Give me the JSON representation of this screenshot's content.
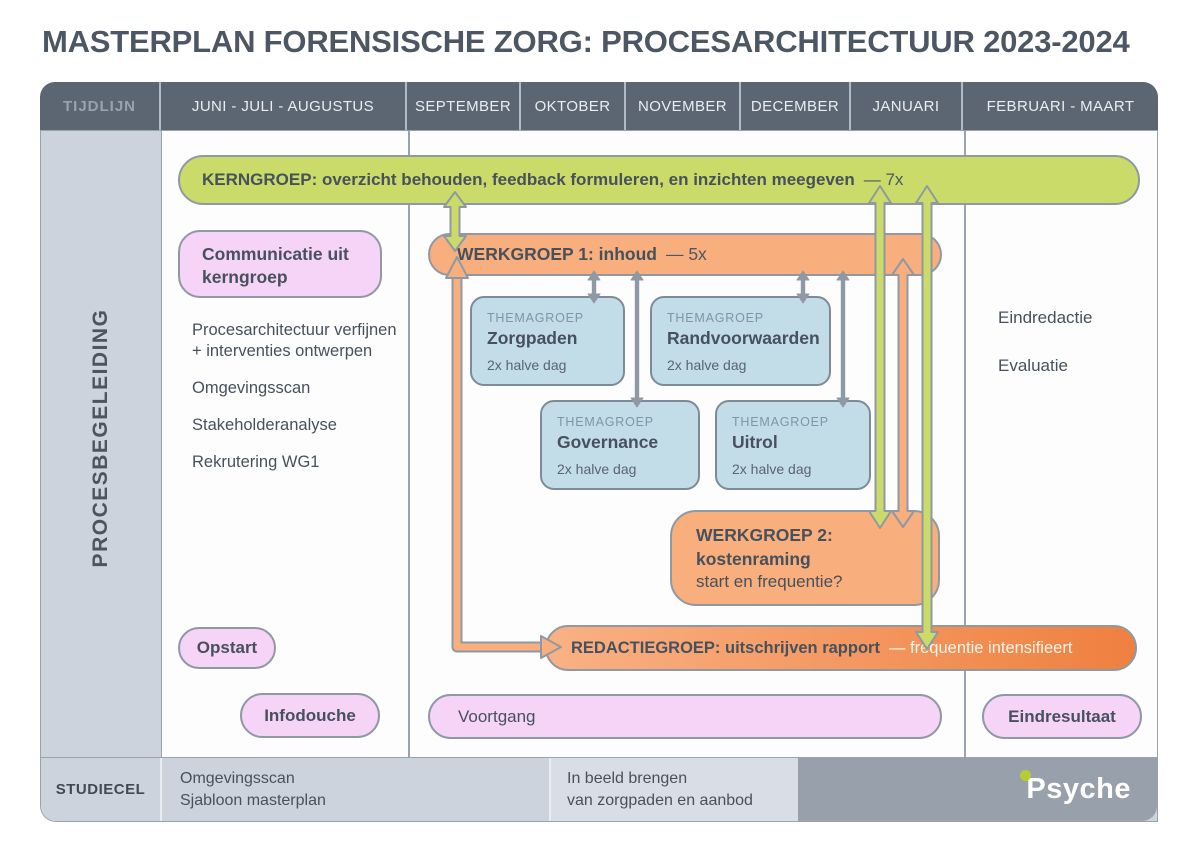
{
  "title": "MASTERPLAN FORENSISCHE ZORG: PROCESARCHITECTUUR 2023-2024",
  "timeline": {
    "label": "TIJDLIJN",
    "months": [
      "JUNI - JULI - AUGUSTUS",
      "SEPTEMBER",
      "OKTOBER",
      "NOVEMBER",
      "DECEMBER",
      "JANUARI",
      "FEBRUARI - MAART"
    ]
  },
  "sidebar": {
    "label": "PROCESBEGELEIDING"
  },
  "banners": {
    "kerngroep": {
      "main": "KERNGROEP: overzicht behouden, feedback formuleren, en inzichten meegeven",
      "suffix": "— 7x"
    },
    "werkgroep1": {
      "main": "WERKGROEP 1: inhoud",
      "suffix": "— 5x"
    },
    "redactiegroep": {
      "main": "REDACTIEGROEP: uitschrijven rapport",
      "suffix": "— frequentie intensifieert"
    }
  },
  "left_column": {
    "communicatie": "Communicatie uit kerngroep",
    "tasks": [
      "Procesarchitectuur verfijnen + interventies ontwerpen",
      "Omgevingsscan",
      "Stakeholderanalyse",
      "Rekrutering WG1"
    ],
    "opstart": "Opstart",
    "infodouche": "Infodouche"
  },
  "themagroepen": [
    {
      "kicker": "THEMAGROEP",
      "name": "Zorgpaden",
      "frequency": "2x halve dag"
    },
    {
      "kicker": "THEMAGROEP",
      "name": "Randvoorwaarden",
      "frequency": "2x halve dag"
    },
    {
      "kicker": "THEMAGROEP",
      "name": "Governance",
      "frequency": "2x halve dag"
    },
    {
      "kicker": "THEMAGROEP",
      "name": "Uitrol",
      "frequency": "2x halve dag"
    }
  ],
  "werkgroep2": {
    "title": "WERKGROEP 2:",
    "subtitle": "kostenraming",
    "note": "start en frequentie?"
  },
  "pills": {
    "voortgang": "Voortgang",
    "eindresultaat": "Eindresultaat"
  },
  "right_column": {
    "items": [
      "Eindredactie",
      "Evaluatie"
    ]
  },
  "footer": {
    "label": "STUDIECEL",
    "cell1_line1": "Omgevingsscan",
    "cell1_line2": "Sjabloon masterplan",
    "cell2_line1": "In beeld brengen",
    "cell2_line2": "van zorgpaden en aanbod",
    "brand": "Psyche"
  },
  "connections": [
    {
      "from": "KERNGROEP",
      "to": "WERKGROEP 1",
      "style": "green-double-arrow"
    },
    {
      "from": "KERNGROEP",
      "to": "WERKGROEP 2",
      "style": "green-double-arrow"
    },
    {
      "from": "KERNGROEP",
      "to": "REDACTIEGROEP",
      "style": "green-double-arrow"
    },
    {
      "from": "WERKGROEP 1",
      "to": "WERKGROEP 2",
      "style": "orange-double-arrow"
    },
    {
      "from": "WERKGROEP 1",
      "to": "REDACTIEGROEP",
      "style": "orange-elbow-arrow"
    },
    {
      "from": "WERKGROEP 1",
      "to": "THEMAGROEP Zorgpaden",
      "style": "gray-double-arrow"
    },
    {
      "from": "WERKGROEP 1",
      "to": "THEMAGROEP Randvoorwaarden",
      "style": "gray-double-arrow"
    },
    {
      "from": "WERKGROEP 1",
      "to": "THEMAGROEP Governance",
      "style": "gray-double-arrow"
    },
    {
      "from": "WERKGROEP 1",
      "to": "THEMAGROEP Uitrol",
      "style": "gray-double-arrow"
    }
  ],
  "colors": {
    "header_slate": "#5c6673",
    "light_gray": "#cdd3dd",
    "mid_gray": "#98a0ac",
    "outline_gray": "#8f99a4",
    "text_slate": "#47515c",
    "green": "#cbdb69",
    "orange": "#f9ae7e",
    "orange_deep": "#ef8040",
    "blue": "#c2dce8",
    "pink": "#f6d4f8",
    "logo_dot": "#b5cc32"
  }
}
